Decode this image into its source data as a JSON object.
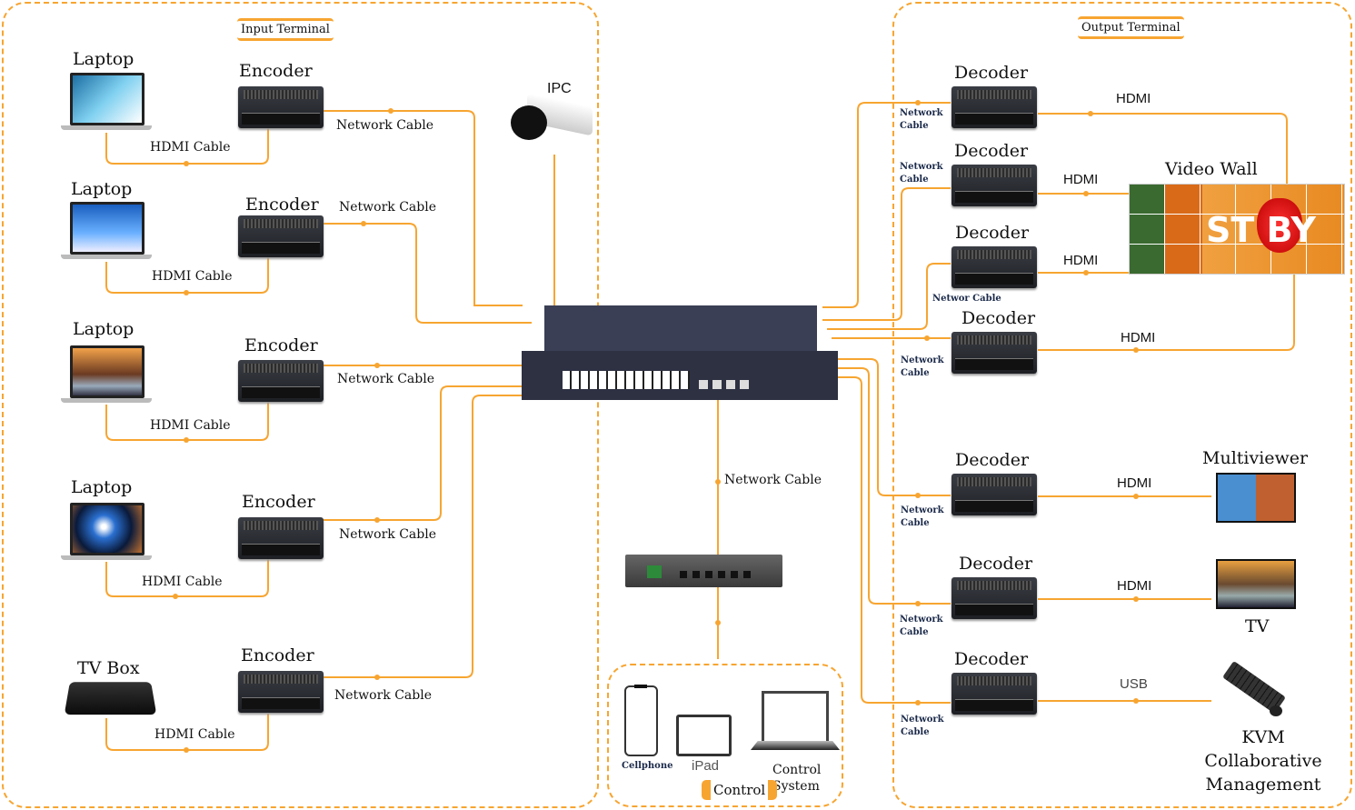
{
  "input_terminal": {
    "title": "Input Terminal"
  },
  "output_terminal": {
    "title": "Output Terminal"
  },
  "sources": [
    {
      "device": "Laptop",
      "encoder": "Encoder",
      "hdmi": "HDMI Cable",
      "network": "Network Cable"
    },
    {
      "device": "Laptop",
      "encoder": "Encoder",
      "hdmi": "HDMI Cable",
      "network": "Network Cable"
    },
    {
      "device": "Laptop",
      "encoder": "Encoder",
      "hdmi": "HDMI Cable",
      "network": "Network Cable"
    },
    {
      "device": "Laptop",
      "encoder": "Encoder",
      "hdmi": "HDMI Cable",
      "network": "Network Cable"
    },
    {
      "device": "TV Box",
      "encoder": "Encoder",
      "hdmi": "HDMI Cable",
      "network": "Network Cable"
    }
  ],
  "ipc": {
    "label": "IPC"
  },
  "switch": {
    "uplink_label": "Network Cable"
  },
  "control": {
    "title": "Control",
    "cellphone": "Cellphone",
    "ipad": "iPad",
    "system": "Control System"
  },
  "decoders": [
    {
      "label": "Decoder",
      "network": "Network Cable",
      "link": "HDMI"
    },
    {
      "label": "Decoder",
      "network": "Network Cable",
      "link": "HDMI"
    },
    {
      "label": "Decoder",
      "network": "Networ Cable",
      "link": "HDMI"
    },
    {
      "label": "Decoder",
      "network": "Network Cable",
      "link": "HDMI"
    },
    {
      "label": "Decoder",
      "network": "Network Cable",
      "link": "HDMI"
    },
    {
      "label": "Decoder",
      "network": "Network Cable",
      "link": "HDMI"
    },
    {
      "label": "Decoder",
      "network": "Network Cable",
      "link": "USB"
    }
  ],
  "displays": {
    "video_wall": "Video Wall",
    "wall_text": "ST BY",
    "multiviewer": "Multiviewer",
    "tv": "TV",
    "kvm": "KVM Collaborative Management"
  },
  "colors": {
    "line": "#f7a531",
    "switch": "#2e3142"
  }
}
